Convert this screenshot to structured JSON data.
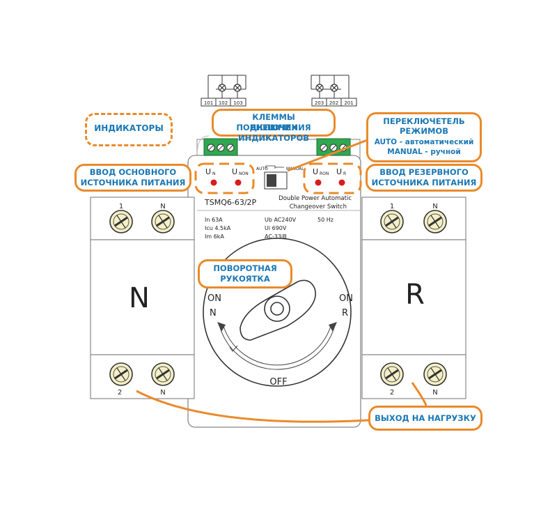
{
  "callouts": {
    "indicators": "ИНДИКАТОРЫ",
    "terminals_line1": "КЛЕММЫ ПОДКЛЮЧЕНИЯ",
    "terminals_line2": "ВНЕШНИХ ИНДИКАТОРОВ",
    "mode_line1": "ПЕРЕКЛЮЧЕТЕЛЬ",
    "mode_line2": "РЕЖИМОВ",
    "mode_line3": "AUTO - автоматический",
    "mode_line4": "MANUAL - ручной",
    "main_input_line1": "ВВОД ОСНОВНОГО",
    "main_input_line2": "ИСТОЧНИКА ПИТАНИЯ",
    "reserve_input_line1": "ВВОД РЕЗЕРВНОГО",
    "reserve_input_line2": "ИСТОЧНИКА ПИТАНИЯ",
    "handle_line1": "ПОВОРОТНАЯ",
    "handle_line2": "РУКОЯТКА",
    "output": "ВЫХОД НА НАГРУЗКУ"
  },
  "terminals": {
    "left_labels": [
      "101",
      "102",
      "103"
    ],
    "right_labels": [
      "203",
      "202",
      "201"
    ]
  },
  "device": {
    "model": "TSMQ6-63/2P",
    "desc_line1": "Double Power Automatic",
    "desc_line2": "Changeover Switch",
    "specs": {
      "in": "In 63A",
      "icu": "Icu 4.5kA",
      "im": "Im 6kA",
      "ub": "Ub AC240V",
      "ui": "Ui 690V",
      "ac": "AC-33iB",
      "hz": "50 Hz"
    },
    "switch_auto": "AUTO",
    "switch_manual": "MANUAL",
    "ind_un": "U",
    "ind_un_sub": "N",
    "ind_unon": "U",
    "ind_unon_sub": "NON",
    "ind_uron": "U",
    "ind_uron_sub": "RON",
    "ind_ur": "U",
    "ind_ur_sub": "R"
  },
  "left_module": {
    "letter": "N",
    "top_1": "1",
    "top_n": "N",
    "bot_2": "2",
    "bot_n": "N"
  },
  "right_module": {
    "letter": "R",
    "top_1": "1",
    "top_n": "N",
    "bot_2": "2",
    "bot_n": "N"
  },
  "dial": {
    "on_left": "ON",
    "n_label": "N",
    "on_right": "ON",
    "r_label": "R",
    "off": "OFF"
  },
  "colors": {
    "accent_orange": "#e98a2b",
    "label_blue": "#1b78b4",
    "terminal_green": "#2fa84f",
    "indicator_red": "#d91c1c",
    "knob_yellow": "#f4efc7"
  }
}
